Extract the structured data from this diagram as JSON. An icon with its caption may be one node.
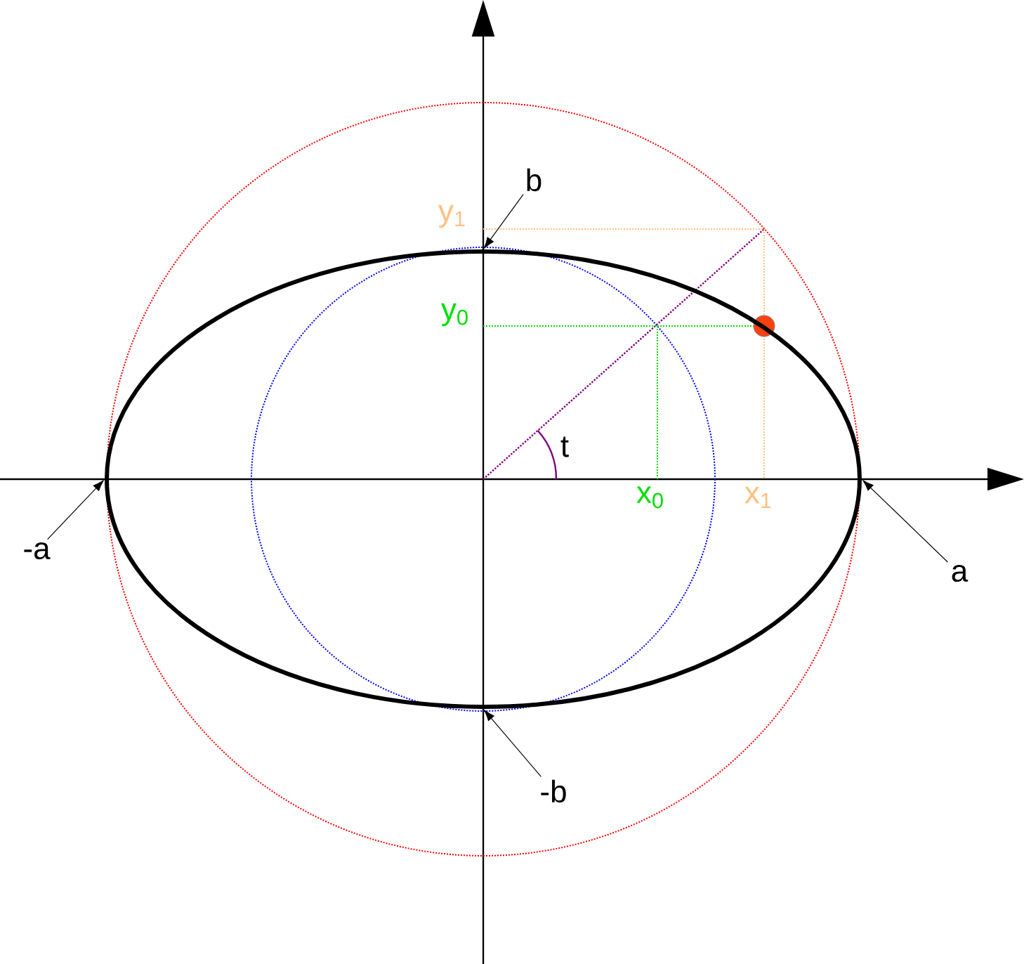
{
  "diagram": {
    "nodes": [
      {
        "text": [
          "b"
        ]
      },
      {
        "text": [
          "-b"
        ]
      },
      {
        "text": [
          "a"
        ]
      },
      {
        "text": [
          "-a"
        ]
      },
      {
        "text": [],
        "shape": "ellipse"
      }
    ],
    "edges": [
      {
        "from": 0,
        "to": 4,
        "arrow": "to"
      },
      {
        "from": 1,
        "to": 4,
        "arrow": "to"
      },
      {
        "from": 2,
        "to": 4,
        "arrow": "to"
      },
      {
        "from": 3,
        "to": 4,
        "arrow": "to"
      }
    ],
    "labels": [
      "y$_{1}$",
      "y$_{0}$",
      "t",
      "x$_{0}$",
      "x$_{1}$"
    ]
  }
}
